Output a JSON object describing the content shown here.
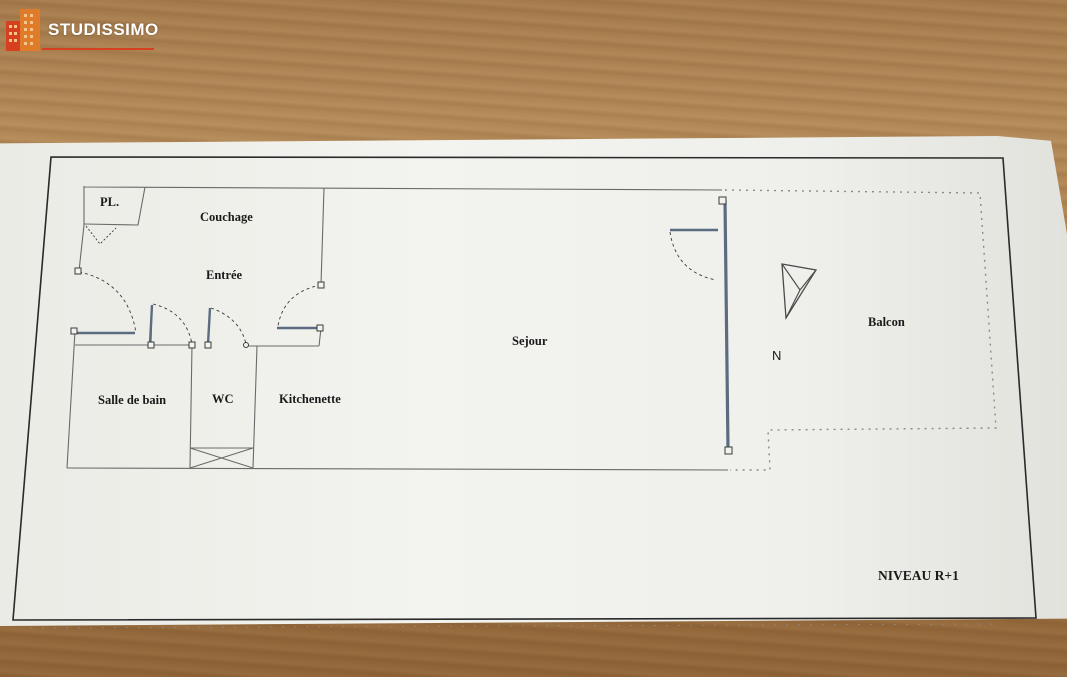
{
  "logo": {
    "text": "STUDISSIMO",
    "accent_color": "#d6401f"
  },
  "rooms": {
    "placard": "PL.",
    "couchage": "Couchage",
    "entree": "Entrée",
    "sejour": "Sejour",
    "balcon": "Balcon",
    "salle_de_bain": "Salle de bain",
    "wc": "WC",
    "kitchenette": "Kitchenette"
  },
  "compass": {
    "label": "N",
    "icon": "north-arrow-icon"
  },
  "level": "NIVEAU R+1",
  "colors": {
    "paper": "#f2f2ee",
    "wall": "#6a6a6a",
    "frame": "#2a2a2a",
    "wood": "#a67c4c"
  }
}
